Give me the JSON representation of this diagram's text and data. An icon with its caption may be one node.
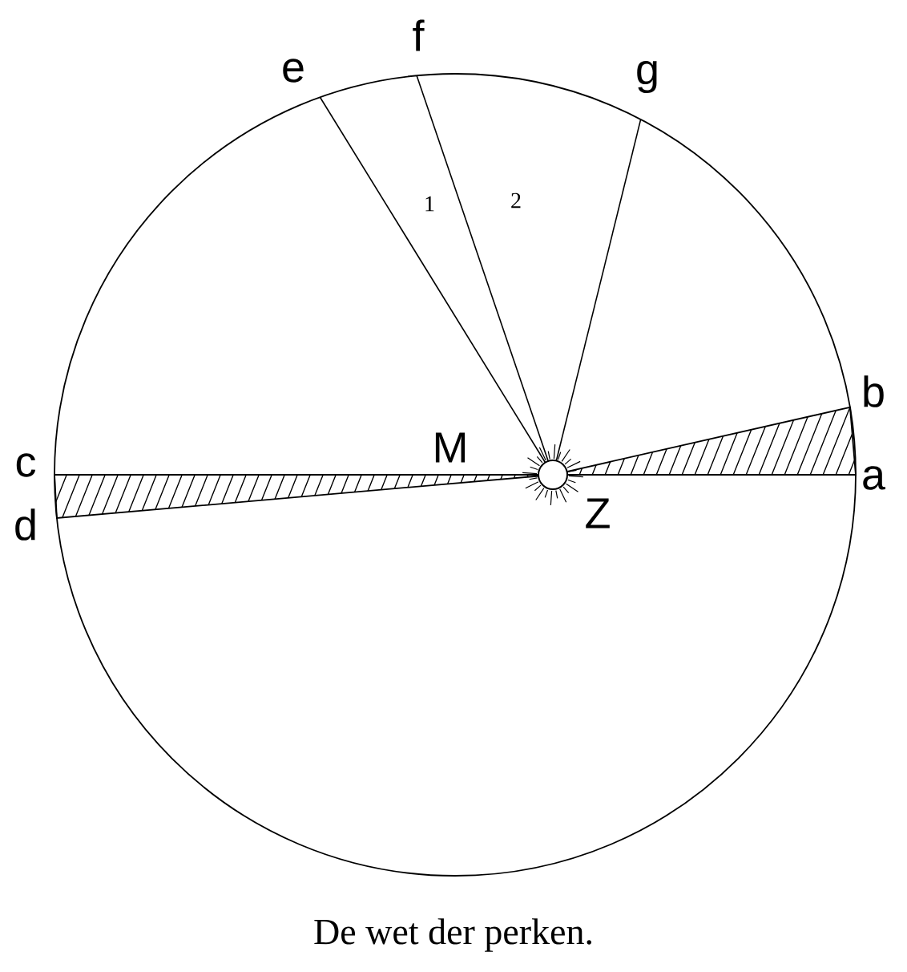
{
  "diagram": {
    "caption": "De wet der perken.",
    "labels": [
      "e",
      "f",
      "g",
      "1",
      "2",
      "b",
      "c",
      "M",
      "a",
      "d",
      "Z"
    ]
  }
}
